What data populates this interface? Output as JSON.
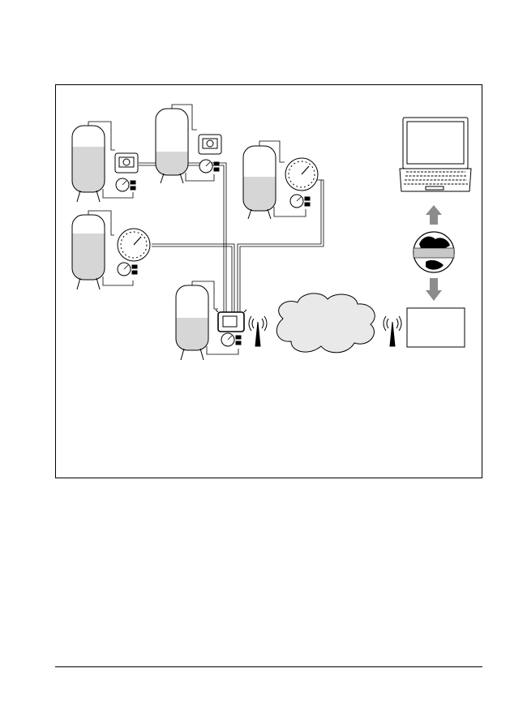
{
  "page": {
    "figure": {
      "components": {
        "tanks": [
          "tank",
          "tank",
          "tank",
          "tank",
          "tank"
        ],
        "local_indicators": [
          "dial-display",
          "dial-display",
          "round-gauge",
          "round-gauge"
        ],
        "gateway": "wireless-hart-adapter",
        "antennas": [
          "field-antenna",
          "gateway-antenna"
        ],
        "network": "cloud",
        "host_devices": [
          "laptop",
          "globe",
          "gateway-box"
        ]
      },
      "colors": {
        "line": "#000000",
        "tank_fill": "#d6d6d6",
        "cloud_fill": "#e9e9e9",
        "arrow": "#8c8c8c",
        "globe_band": "#c8c8c8"
      },
      "icons": [
        "antenna-icon",
        "globe-icon",
        "laptop-icon",
        "arrow-up-icon",
        "arrow-down-icon"
      ]
    }
  }
}
